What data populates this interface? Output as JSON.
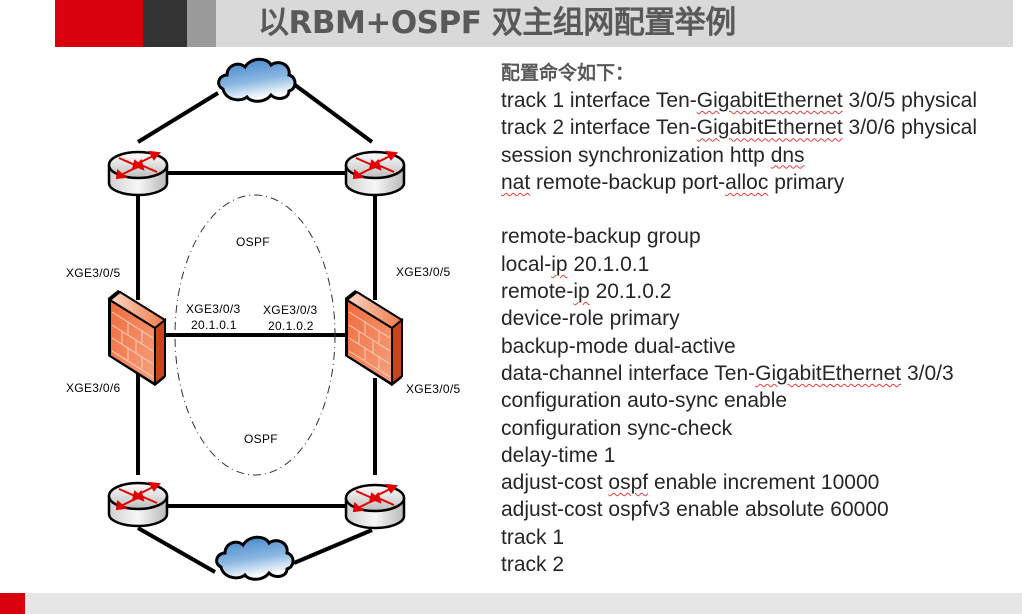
{
  "header": {
    "title": "以RBM+OSPF 双主组网配置举例"
  },
  "colors": {
    "accent_red": "#d9000d",
    "header_dark": "#333333",
    "header_gray": "#9a9a9a",
    "header_light": "#d9d9d9",
    "footer": "#e6e6e6"
  },
  "diagram": {
    "nodes": [
      {
        "id": "cloud-top",
        "type": "cloud"
      },
      {
        "id": "router-top-left",
        "type": "router"
      },
      {
        "id": "router-top-right",
        "type": "router"
      },
      {
        "id": "firewall-left",
        "type": "firewall"
      },
      {
        "id": "firewall-right",
        "type": "firewall"
      },
      {
        "id": "router-bottom-left",
        "type": "router"
      },
      {
        "id": "router-bottom-right",
        "type": "router"
      },
      {
        "id": "cloud-bottom",
        "type": "cloud"
      }
    ],
    "labels": {
      "ospf_top": "OSPF",
      "ospf_bottom": "OSPF",
      "left_upper_port": "XGE3/0/5",
      "left_lower_port": "XGE3/0/6",
      "right_upper_port": "XGE3/0/5",
      "right_lower_port": "XGE3/0/5",
      "left_link_port": "XGE3/0/3",
      "left_link_ip": "20.1.0.1",
      "right_link_port": "XGE3/0/3",
      "right_link_ip": "20.1.0.2"
    }
  },
  "config": {
    "heading": "配置命令如下：",
    "lines": [
      "track 1 interface Ten-GigabitEthernet 3/0/5 physical",
      "track 2 interface Ten-GigabitEthernet 3/0/6 physical",
      "session synchronization http dns",
      "nat remote-backup port-alloc primary",
      "",
      "remote-backup group",
      "local-ip 20.1.0.1",
      "remote-ip 20.1.0.2",
      "device-role primary",
      "backup-mode dual-active",
      "data-channel interface Ten-GigabitEthernet 3/0/3",
      "configuration auto-sync enable",
      "configuration sync-check",
      "delay-time 1",
      "adjust-cost ospf enable increment 10000",
      "adjust-cost ospfv3 enable absolute 60000",
      "track 1",
      "track 2"
    ]
  }
}
